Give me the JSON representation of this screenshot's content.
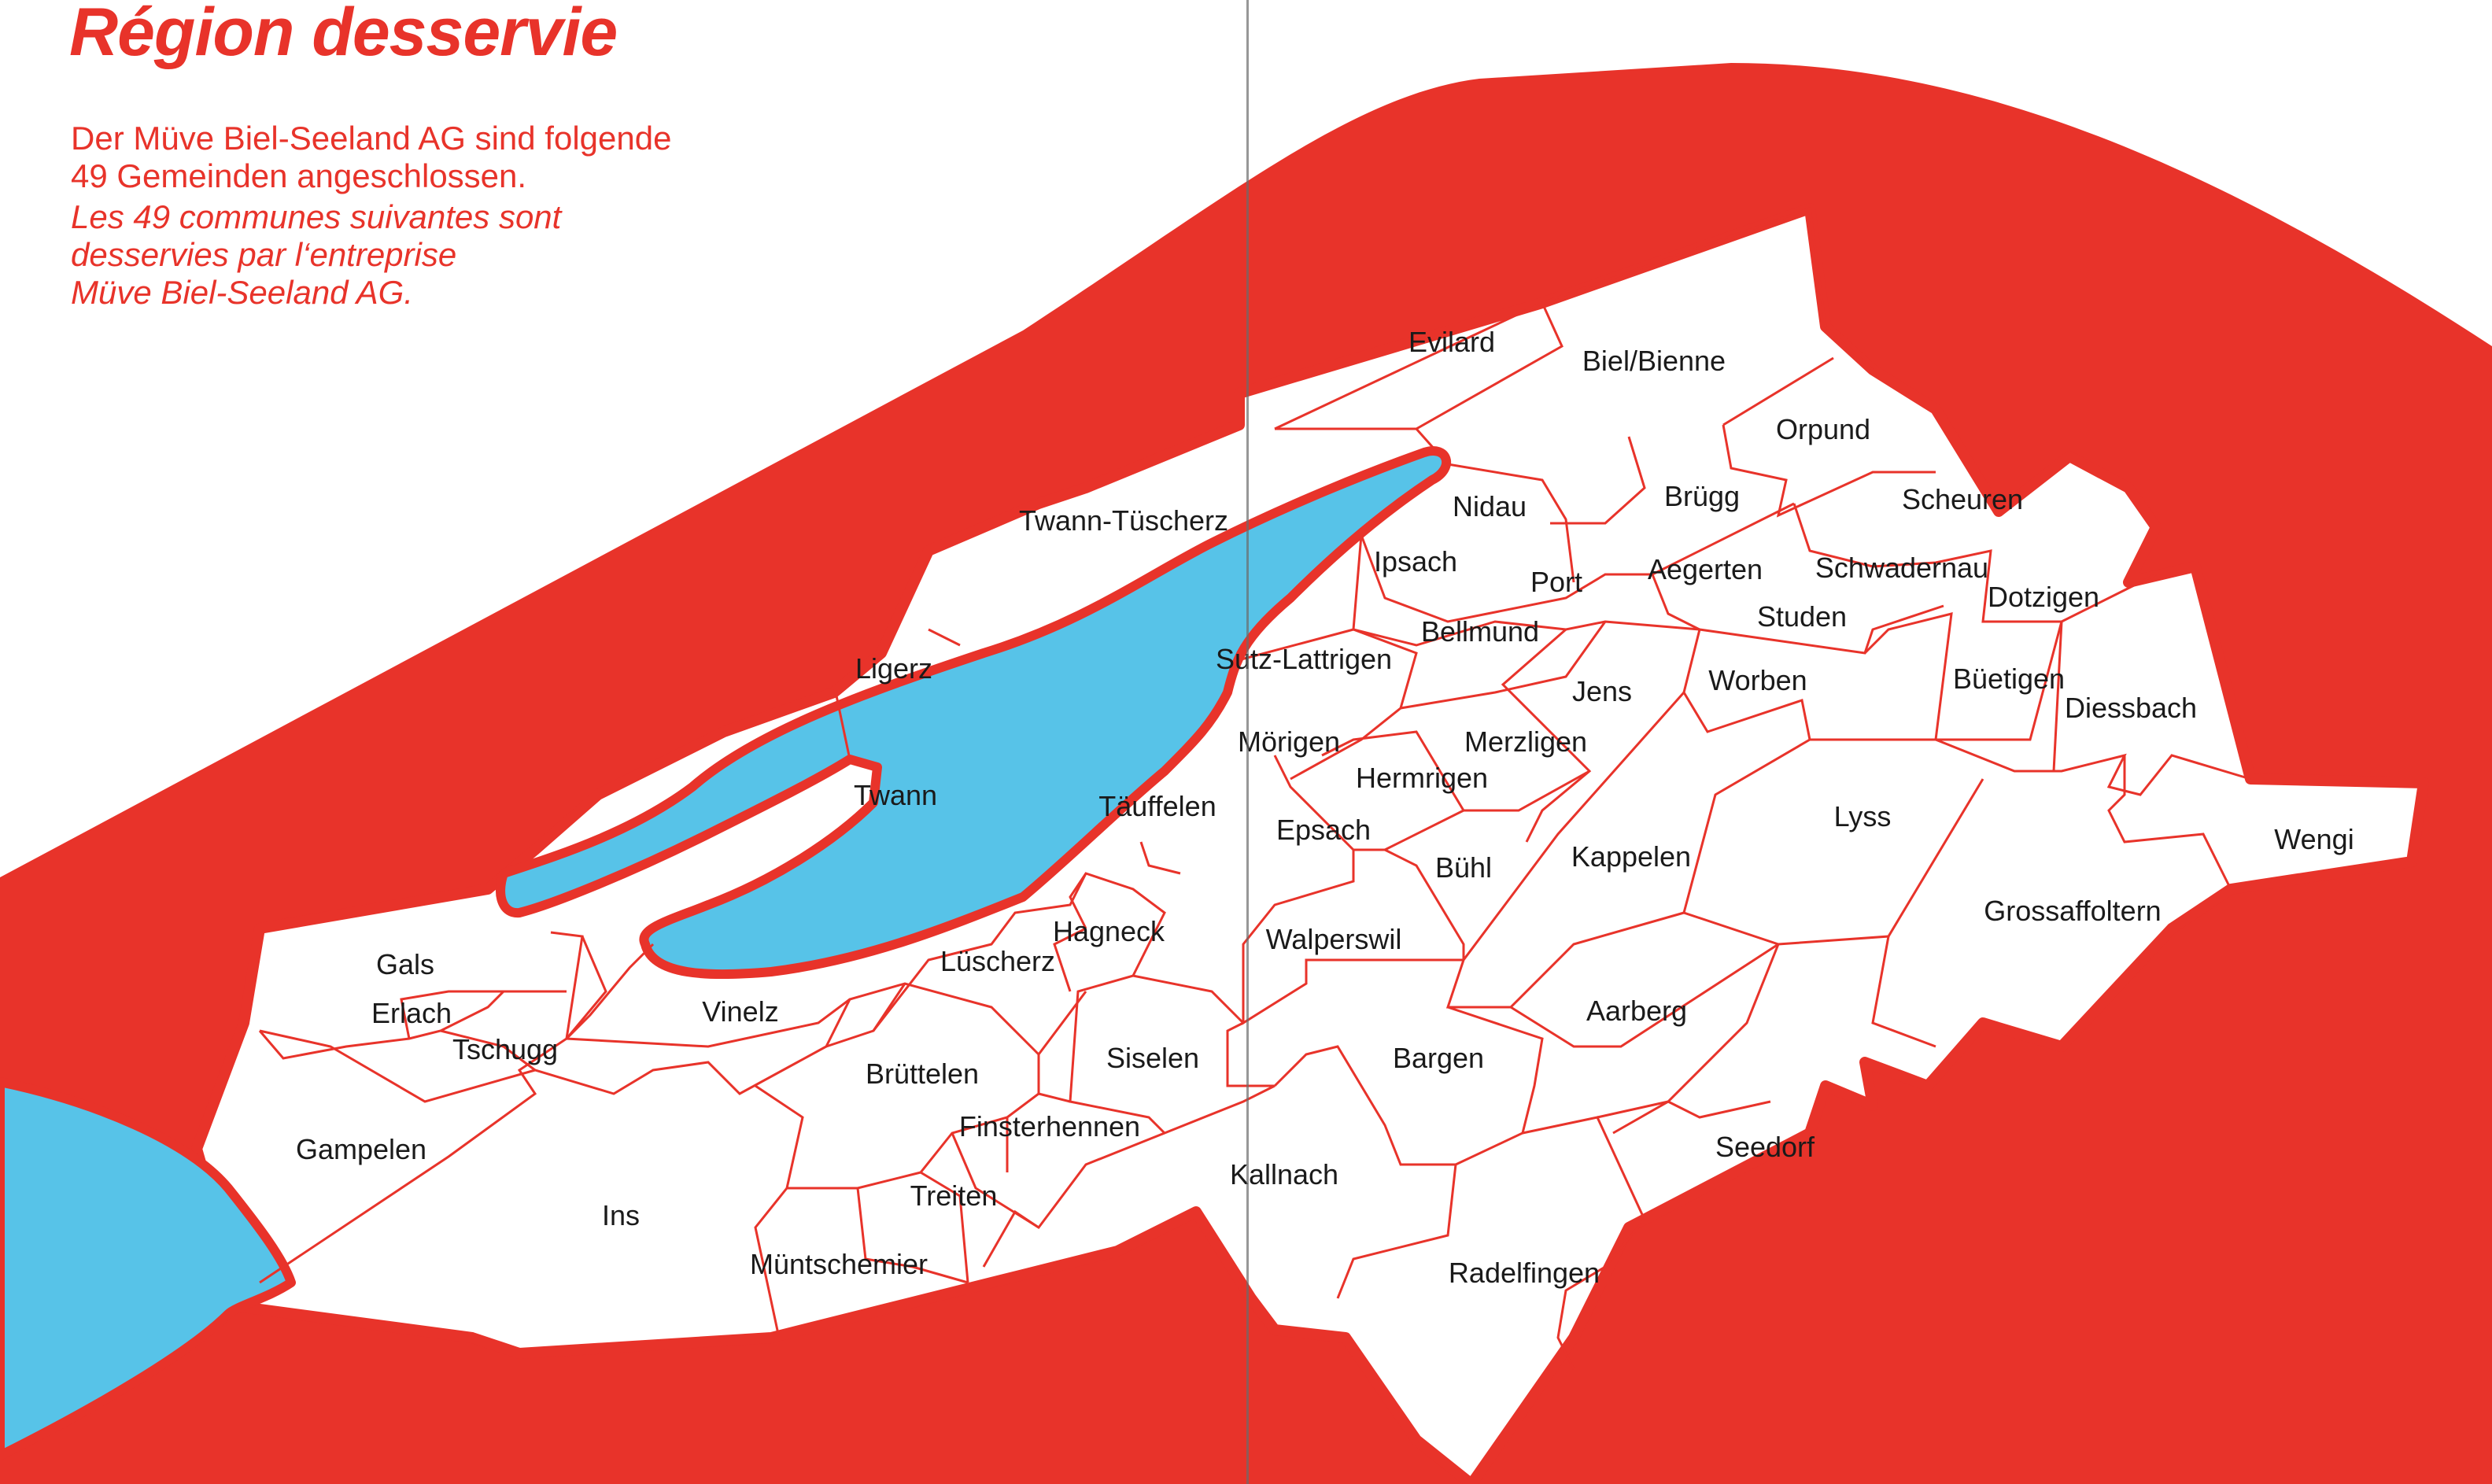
{
  "header": {
    "title": "Région desservie",
    "intro_de": [
      "Der Müve Biel-Seeland AG sind folgende",
      "49 Gemeinden angeschlossen."
    ],
    "intro_fr": [
      "Les 49 communes suivantes sont",
      "desservies par l‘entreprise",
      "Müve Biel-Seeland AG."
    ]
  },
  "colors": {
    "accent_red": "#e8332a",
    "lake_blue": "#57c3e8",
    "land_white": "#ffffff",
    "border_red": "#e8332a"
  },
  "municipalities": [
    "Evilard",
    "Biel/Bienne",
    "Orpund",
    "Twann-Tüscherz",
    "Nidau",
    "Brügg",
    "Scheuren",
    "Ipsach",
    "Port",
    "Aegerten",
    "Schwadernau",
    "Dotzigen",
    "Ligerz",
    "Bellmund",
    "Studen",
    "Sutz-Lattrigen",
    "Jens",
    "Worben",
    "Büetigen",
    "Diessbach",
    "Mörigen",
    "Merzligen",
    "Twann",
    "Hermrigen",
    "Täuffelen",
    "Lyss",
    "Wengi",
    "Epsach",
    "Bühl",
    "Kappelen",
    "Hagneck",
    "Gals",
    "Lüscherz",
    "Walperswil",
    "Grossaffoltern",
    "Erlach",
    "Vinelz",
    "Aarberg",
    "Tschugg",
    "Siselen",
    "Bargen",
    "Brüttelen",
    "Gampelen",
    "Finsterhennen",
    "Seedorf",
    "Kallnach",
    "Treiten",
    "Ins",
    "Müntschemier",
    "Radelfingen"
  ]
}
